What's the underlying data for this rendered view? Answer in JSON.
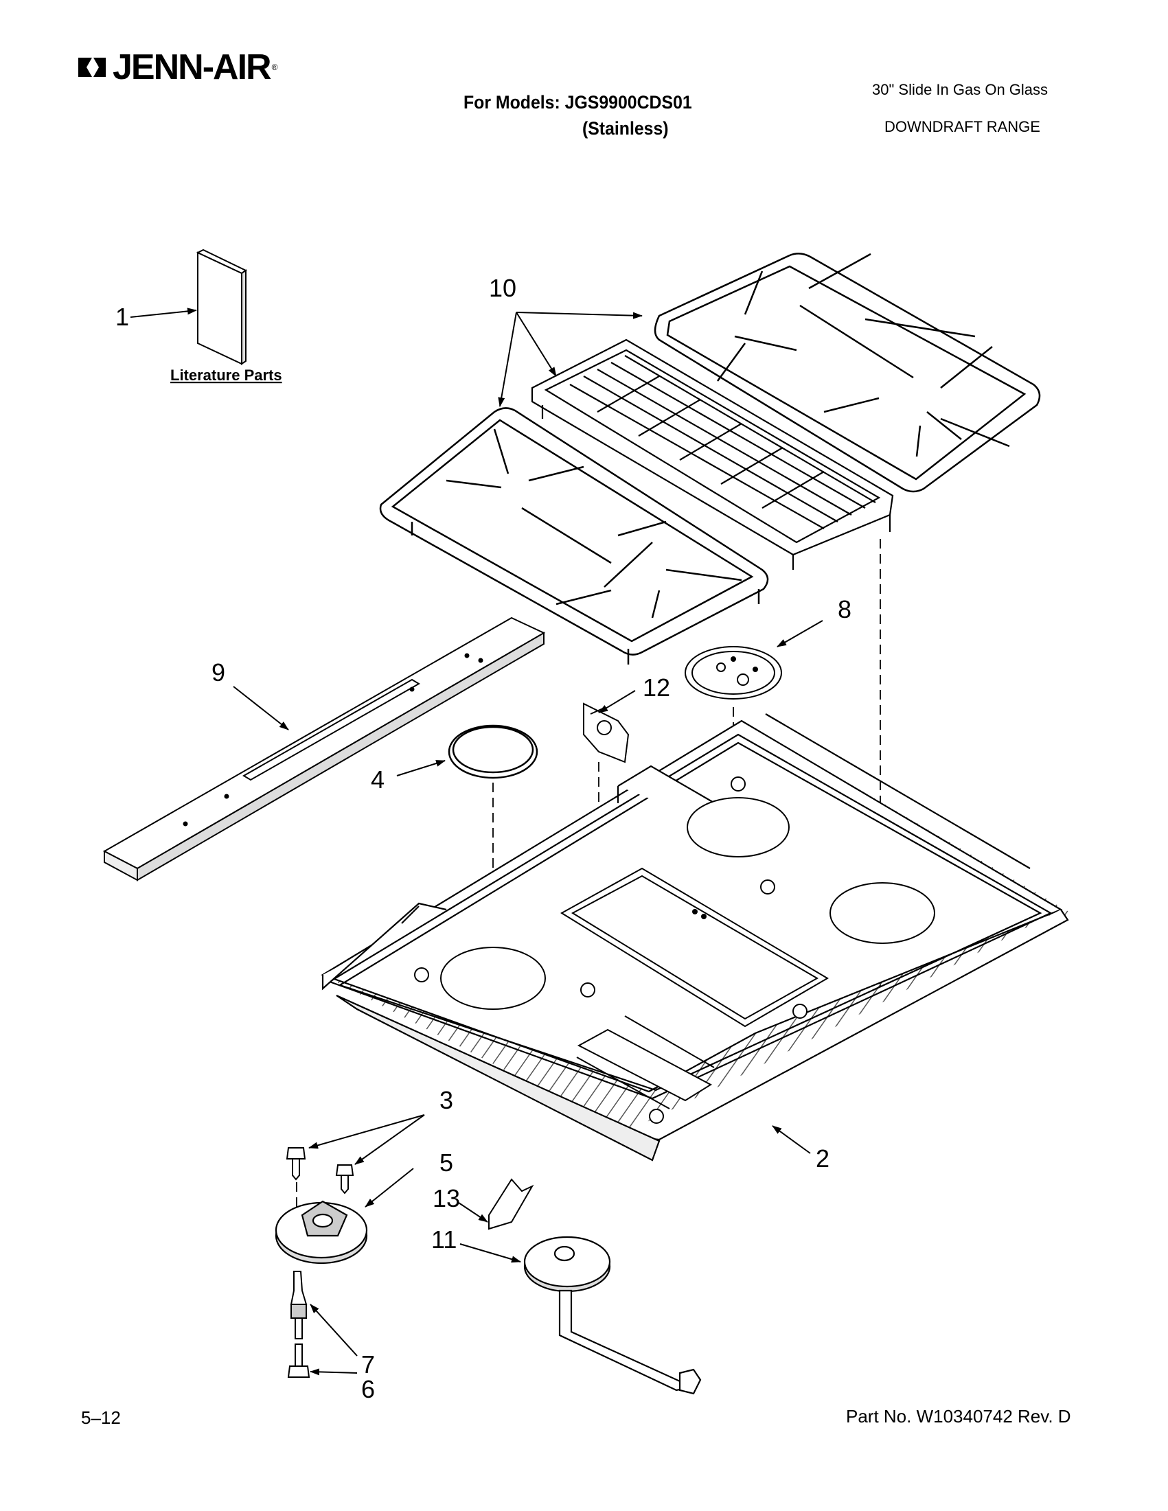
{
  "header": {
    "brand": "JENN-AIR",
    "brand_mark": "®",
    "models_line1": "For Models: JGS9900CDS01",
    "models_line2": "(Stainless)",
    "desc_line1": "30\" Slide In Gas On Glass",
    "desc_line2": "DOWNDRAFT RANGE"
  },
  "diagram": {
    "literature_label": "Literature Parts",
    "callouts": {
      "c1": "1",
      "c2": "2",
      "c3": "3",
      "c4": "4",
      "c5": "5",
      "c6": "6",
      "c7": "7",
      "c8": "8",
      "c9": "9",
      "c10": "10",
      "c11": "11",
      "c12": "12",
      "c13": "13"
    }
  },
  "footer": {
    "page": "5–12",
    "part_no": "Part No. W10340742 Rev. D"
  }
}
